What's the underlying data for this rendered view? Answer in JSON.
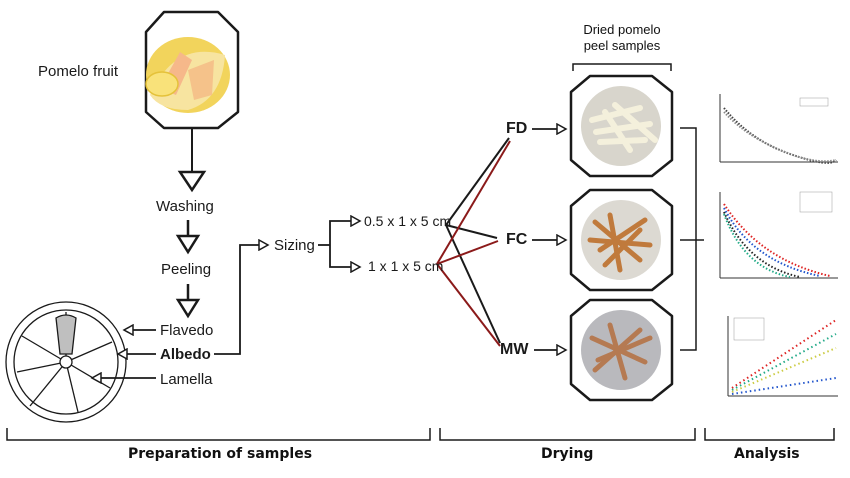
{
  "nodes": {
    "pomelo_fruit": "Pomelo fruit",
    "washing": "Washing",
    "peeling": "Peeling",
    "flavedo": "Flavedo",
    "albedo": "Albedo",
    "lamella": "Lamella",
    "sizing": "Sizing",
    "size_small": "0.5 x 1 x 5 cm",
    "size_large": "1 x 1 x 5 cm",
    "fd": "FD",
    "fc": "FC",
    "mw": "MW"
  },
  "samples_header": {
    "line1": "Dried pomelo",
    "line2": "peel samples"
  },
  "sections": {
    "preparation": "Preparation of samples",
    "drying": "Drying",
    "analysis": "Analysis"
  },
  "colors": {
    "line": "#1a1a1a",
    "red_line": "#8b1a1a"
  }
}
